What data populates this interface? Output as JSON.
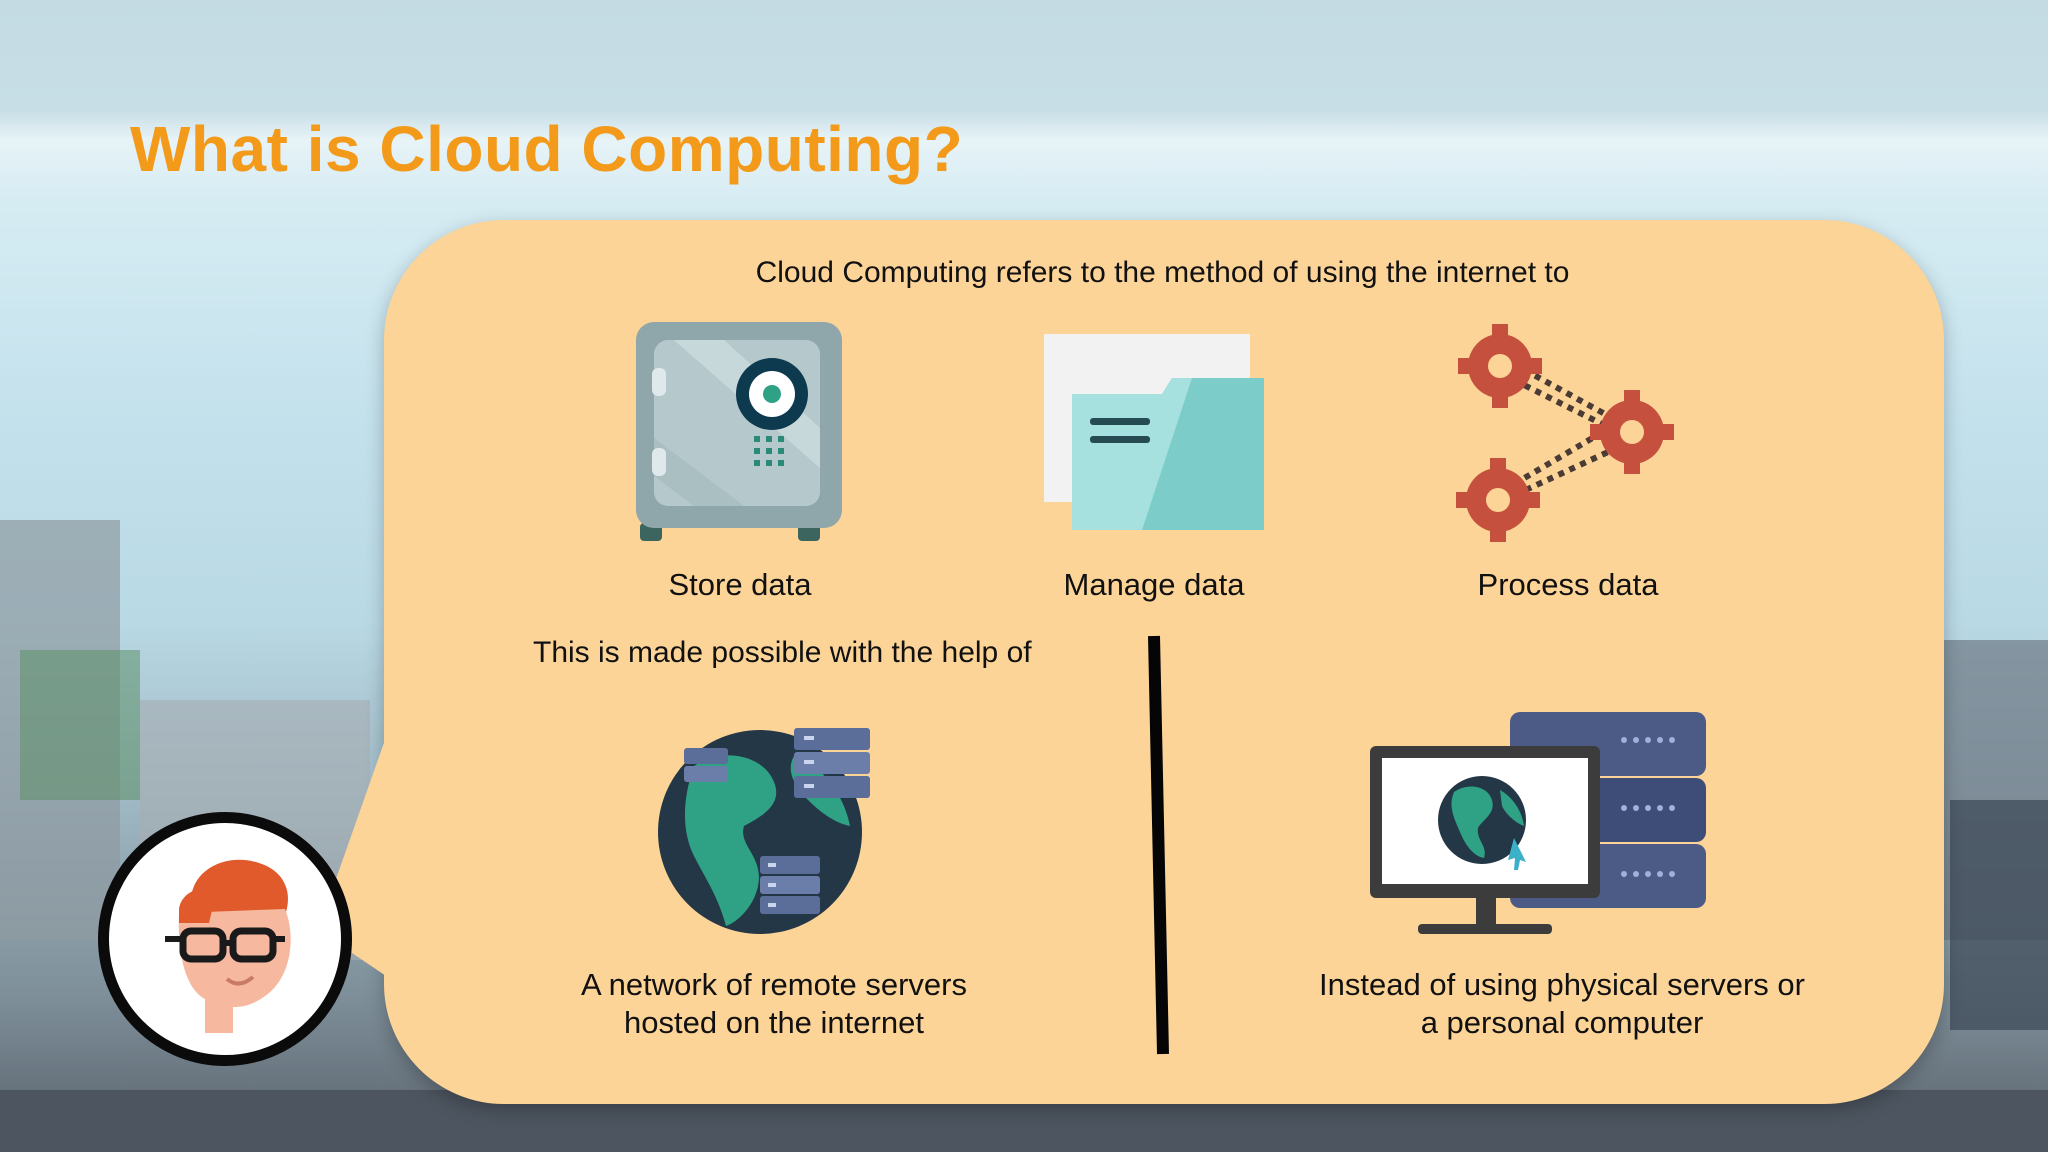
{
  "slide": {
    "title": "What is Cloud Computing?",
    "intro": "Cloud Computing refers to the method of using the internet to",
    "uses": [
      {
        "label": "Store data",
        "icon": "safe-icon"
      },
      {
        "label": "Manage data",
        "icon": "folder-icon"
      },
      {
        "label": "Process data",
        "icon": "gears-icon"
      }
    ],
    "helper": "This is made possible with the help of",
    "options": [
      {
        "label_line1": "A network of remote servers",
        "label_line2": "hosted on the internet",
        "icon": "globe-servers-icon"
      },
      {
        "label_line1": "Instead of using physical servers or",
        "label_line2": "a personal computer",
        "icon": "computer-server-icon"
      }
    ]
  },
  "colors": {
    "title": "#f39a1a",
    "bubble": "#fdd497",
    "gear": "#c4503d",
    "safe": "#9fb4b9",
    "folder": "#7ccdc9",
    "globe_land": "#2fa285",
    "globe_sea": "#243746",
    "server": "#5b6e9a"
  }
}
